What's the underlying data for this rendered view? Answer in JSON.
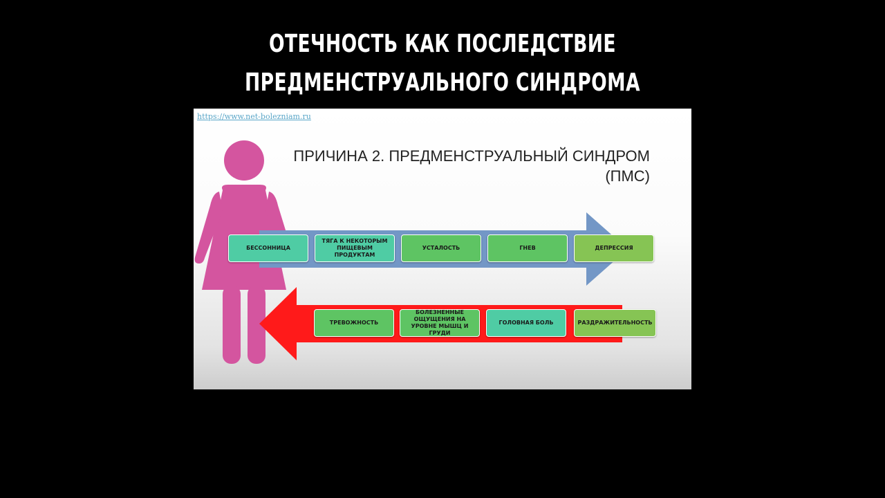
{
  "video_title": {
    "line1": "ОТЕЧНОСТЬ КАК ПОСЛЕДСТВИЕ",
    "line2": "ПРЕДМЕНСТРУАЛЬНОГО СИНДРОМА"
  },
  "slide": {
    "source_link": "https://www.net-bolezniam.ru",
    "heading_line1": "ПРИЧИНА 2. ПРЕДМЕНСТРУАЛЬНЫЙ СИНДРОМ",
    "heading_line2": "(ПМС)",
    "colors": {
      "figure": "#d4559f",
      "blue_arrow": "#7397c6",
      "red_arrow": "#ff1a1a",
      "box_teal": "#4fcca4",
      "box_green": "#5ec463",
      "box_lightgreen": "#86c454"
    },
    "top_row": [
      "БЕССОННИЦА",
      "ТЯГА К НЕКОТОРЫМ ПИЩЕВЫМ ПРОДУКТАМ",
      "УСТАЛОСТЬ",
      "ГНЕВ",
      "ДЕПРЕССИЯ"
    ],
    "bottom_row": [
      "ТРЕВОЖНОСТЬ",
      "БОЛЕЗНЕННЫЕ ОЩУЩЕНИЯ НА УРОВНЕ МЫШЦ И ГРУДИ",
      "ГОЛОВНАЯ БОЛЬ",
      "РАЗДРАЖИТЕЛЬНОСТЬ"
    ]
  }
}
